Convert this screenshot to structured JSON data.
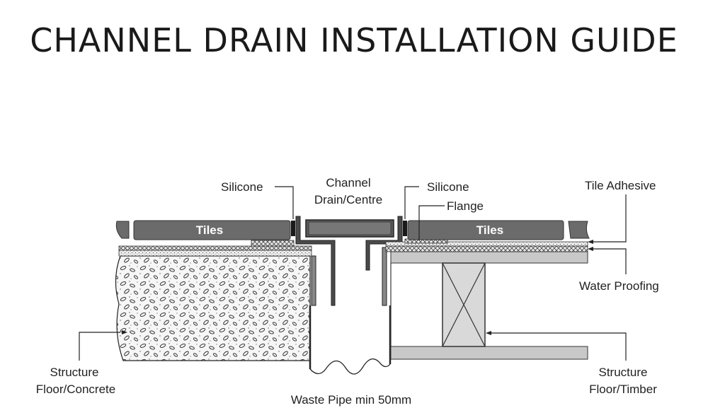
{
  "title": "CHANNEL DRAIN INSTALLATION GUIDE",
  "labels": {
    "silicone_left": "Silicone",
    "channel_line1": "Channel",
    "channel_line2": "Drain/Centre",
    "silicone_right": "Silicone",
    "flange": "Flange",
    "tile_adhesive": "Tile Adhesive",
    "tiles_left": "Tiles",
    "tiles_right": "Tiles",
    "water_proofing": "Water Proofing",
    "structure_concrete_line1": "Structure",
    "structure_concrete_line2": "Floor/Concrete",
    "structure_timber_line1": "Structure",
    "structure_timber_line2": "Floor/Timber",
    "waste_pipe": "Waste Pipe min 50mm"
  },
  "colors": {
    "tile": "#6b6b6b",
    "tile_dark": "#4a4a4a",
    "concrete_fill": "#f4f4f4",
    "timber": "#c8c8c8",
    "timber_block": "#d9d9d9",
    "line": "#222222"
  }
}
